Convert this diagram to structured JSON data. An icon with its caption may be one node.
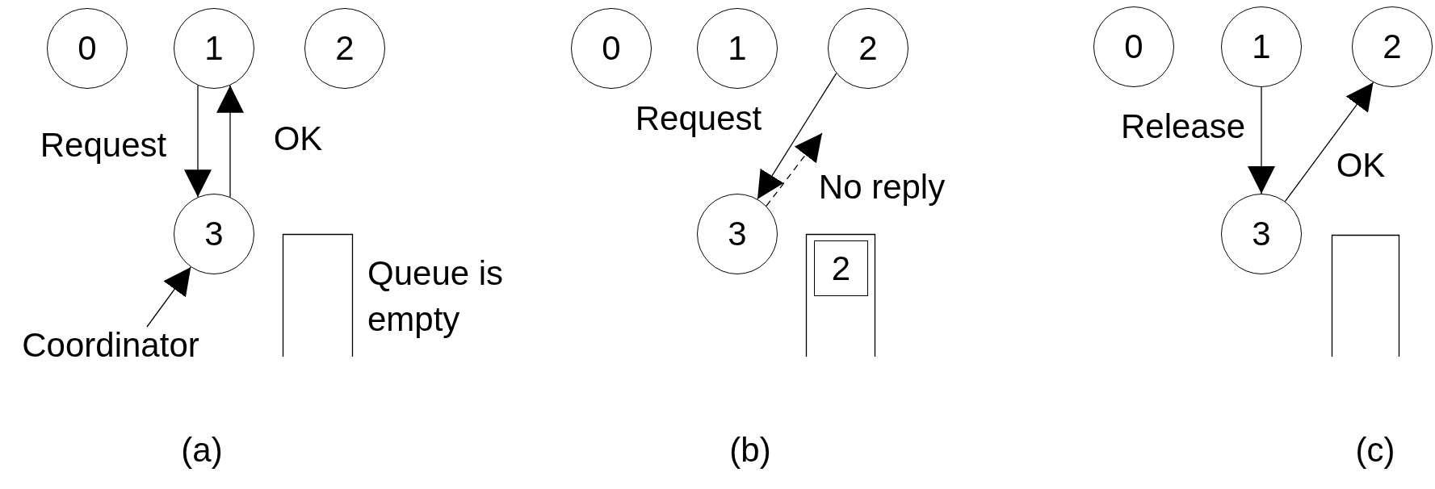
{
  "diagram": {
    "nodes": [
      {
        "text": [
          "0"
        ]
      },
      {
        "text": [
          "1"
        ]
      },
      {
        "text": [
          "2"
        ]
      },
      {
        "text": [
          "3"
        ]
      },
      {
        "text": [],
        "shape": "box",
        "beside": [
          "Queue is empty"
        ]
      },
      {
        "text": [
          "Coordinator"
        ]
      },
      {
        "text": [
          "0"
        ]
      },
      {
        "text": [
          "1"
        ]
      },
      {
        "text": [
          "2"
        ]
      },
      {
        "text": [
          "3"
        ]
      },
      {
        "text": [],
        "shape": "box"
      },
      {
        "text": [
          "2"
        ],
        "in": 10
      },
      {
        "text": [
          "0"
        ]
      },
      {
        "text": [
          "1"
        ]
      },
      {
        "text": [
          "2"
        ]
      },
      {
        "text": [
          "3"
        ]
      },
      {
        "text": [],
        "shape": "box"
      }
    ],
    "edges": [
      {
        "from": 1,
        "to": 3,
        "arrow": "to",
        "label": "Request"
      },
      {
        "from": 3,
        "to": 1,
        "arrow": "to",
        "label": "OK"
      },
      {
        "from": 5,
        "to": 3,
        "arrow": "to"
      },
      {
        "from": 8,
        "to": 9,
        "arrow": "to",
        "label": "Request"
      },
      {
        "from": 9,
        "to": null,
        "arrow": "to",
        "label": "No reply",
        "style": "dashed"
      },
      {
        "from": 13,
        "to": 15,
        "arrow": "to",
        "label": "Release"
      },
      {
        "from": 15,
        "to": 14,
        "arrow": "to",
        "label": "OK"
      }
    ],
    "labels": [
      "(a)",
      "(b)",
      "(c)"
    ]
  }
}
